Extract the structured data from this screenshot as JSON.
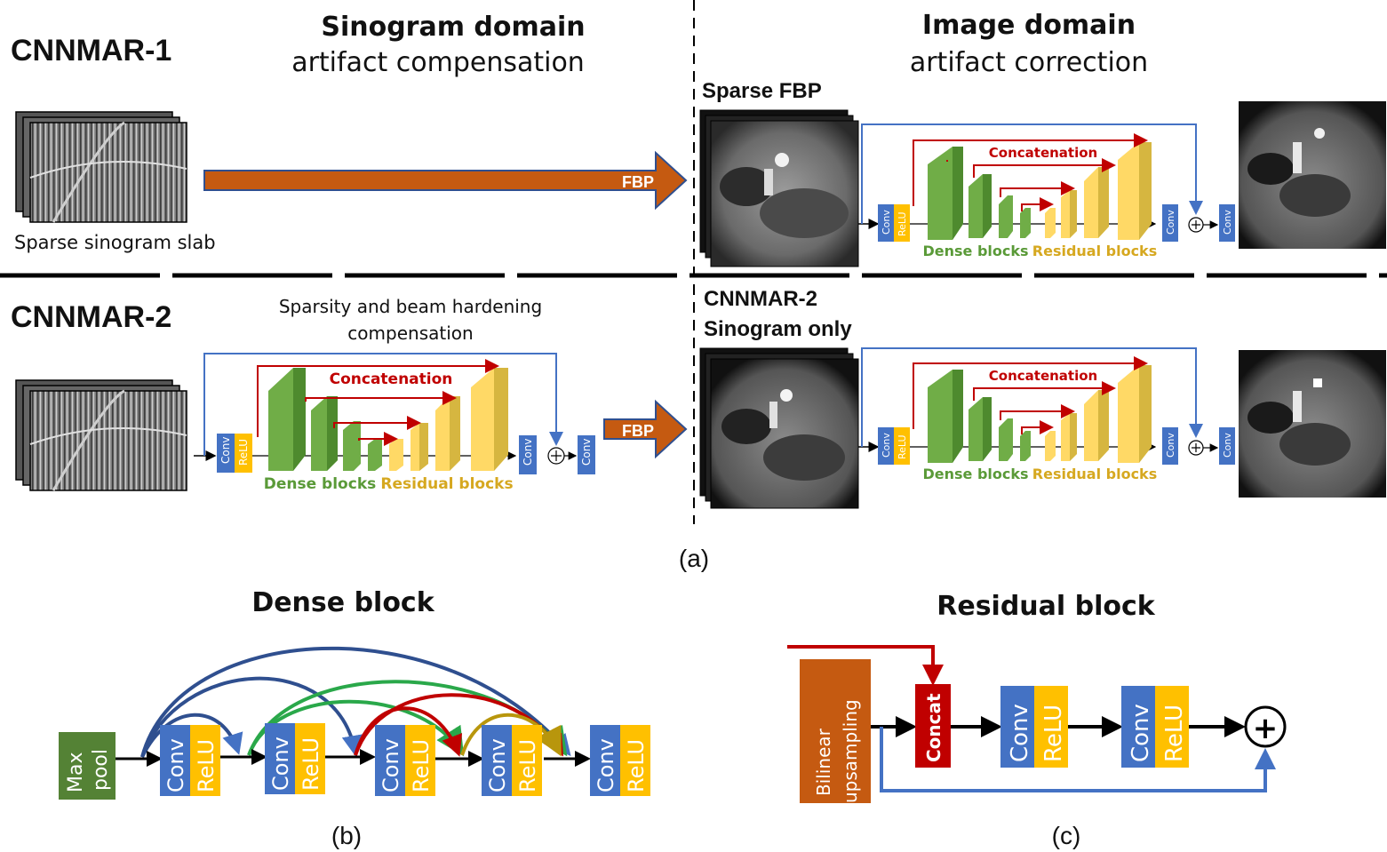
{
  "colors": {
    "conv_blue": "#4472c4",
    "relu_yellow": "#ffc000",
    "dense_green": "#70ad47",
    "residual_yellow": "#ffd966",
    "concat_red": "#c00000",
    "skip_blue": "#4472c4",
    "fbp_orange": "#c55a11",
    "maxpool_green": "#548235",
    "upsample_orange": "#c55a11"
  },
  "panel_a": {
    "row1_title": "CNNMAR-1",
    "row2_title": "CNNMAR-2",
    "sinogram_header": "Sinogram domain",
    "sinogram_subheader": "artifact compensation",
    "image_header": "Image domain",
    "image_subheader": "artifact correction",
    "sparse_sinogram_label": "Sparse sinogram slab",
    "sparse_fbp_label": "Sparse FBP",
    "fbp_label": "FBP",
    "sparsity_label_line1": "Sparsity and beam hardening",
    "sparsity_label_line2": "compensation",
    "cnnmar2_sino_label_line1": "CNNMAR-2",
    "cnnmar2_sino_label_line2": "Sinogram only",
    "concatenation_label": "Concatenation",
    "dense_blocks_label": "Dense blocks",
    "residual_blocks_label": "Residual blocks",
    "conv_label": "Conv",
    "relu_label": "ReLU",
    "caption": "(a)"
  },
  "panel_b": {
    "title": "Dense block",
    "max_pool_line1": "Max",
    "max_pool_line2": "pool",
    "conv_label": "Conv",
    "relu_label": "ReLU",
    "caption": "(b)"
  },
  "panel_c": {
    "title": "Residual block",
    "upsample_line1": "Bilinear",
    "upsample_line2": "upsampling",
    "concat_label": "Concat",
    "conv_label": "Conv",
    "relu_label": "ReLU",
    "plus_symbol": "+",
    "caption": "(c)"
  }
}
